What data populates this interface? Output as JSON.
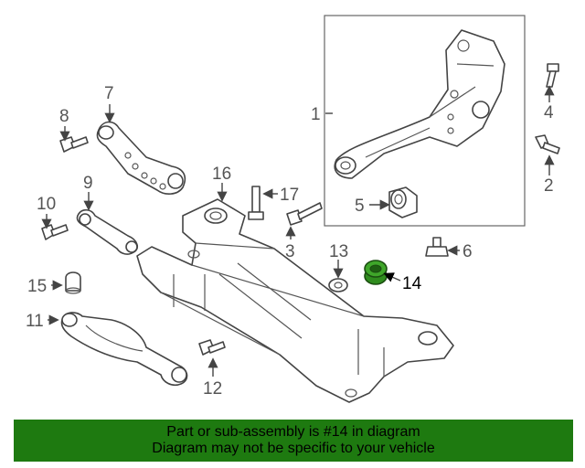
{
  "callouts": {
    "c1": "1",
    "c2": "2",
    "c3": "3",
    "c4": "4",
    "c5": "5",
    "c6": "6",
    "c7": "7",
    "c8": "8",
    "c9": "9",
    "c10": "10",
    "c11": "11",
    "c12": "12",
    "c13": "13",
    "c14": "14",
    "c15": "15",
    "c16": "16",
    "c17": "17"
  },
  "highlight": {
    "part_number": "14",
    "color": "#2f8c1e"
  },
  "banner": {
    "line1": "Part or sub-assembly is #14 in diagram",
    "line2": "Diagram may not be specific to your vehicle",
    "color": "#1e7a10"
  }
}
